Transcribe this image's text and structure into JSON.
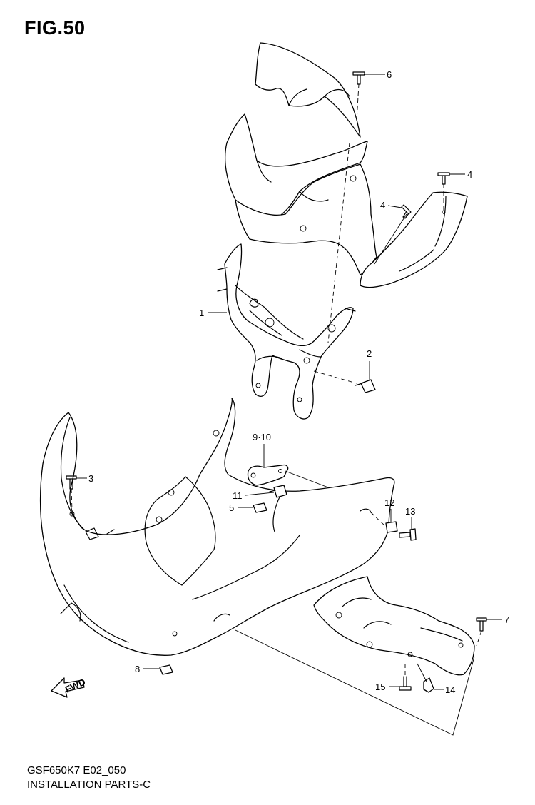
{
  "figure": {
    "title": "FIG.50",
    "model_code": "GSF650K7 E02_050",
    "section_title": "INSTALLATION PARTS-C"
  },
  "callouts": {
    "p1": "1",
    "p2": "2",
    "p3": "3",
    "p4a": "4",
    "p4b": "4",
    "p5": "5",
    "p6": "6",
    "p7": "7",
    "p8": "8",
    "p9_10": "9·10",
    "p11": "11",
    "p12": "12",
    "p13": "13",
    "p14": "14",
    "p15": "15"
  },
  "fwd_arrow": {
    "label": "FWD"
  }
}
